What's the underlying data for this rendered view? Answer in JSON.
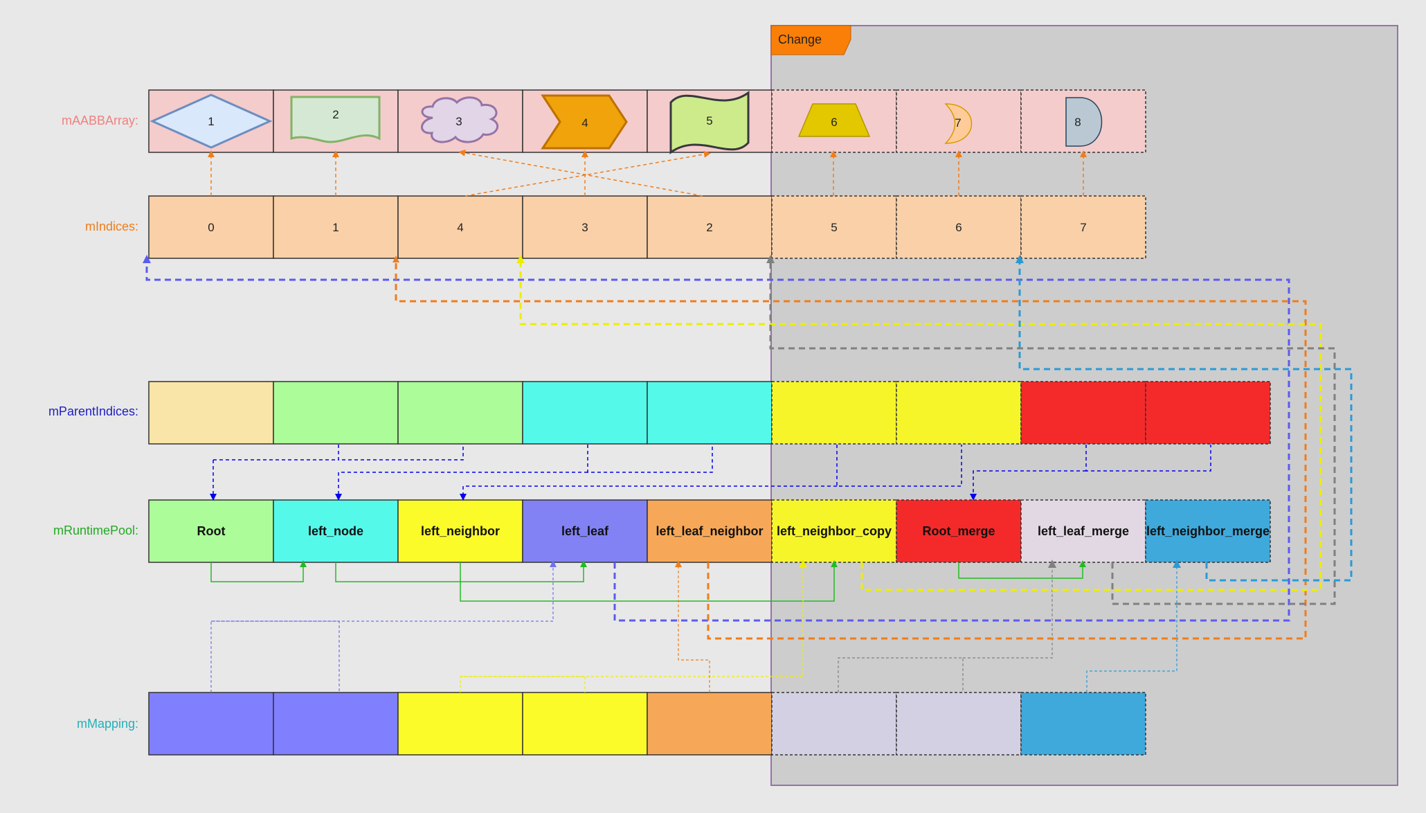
{
  "change_label": "Change",
  "rows": {
    "aabb": {
      "label": "mAABBArray:",
      "color": "#f08080"
    },
    "indices": {
      "label": "mIndices:",
      "color": "#ef7d1c"
    },
    "parent": {
      "label": "mParentIndices:",
      "color": "#2020c0"
    },
    "pool": {
      "label": "mRuntimePool:",
      "color": "#22aa22"
    },
    "mapping": {
      "label": "mMapping:",
      "color": "#20b2b8"
    }
  },
  "aabb_cells": [
    {
      "label": "1",
      "shape": "diamond-icon",
      "fill": "#dae8fc",
      "stroke": "#6c8ebf"
    },
    {
      "label": "2",
      "shape": "document-icon",
      "fill": "#d5e8d4",
      "stroke": "#82b366"
    },
    {
      "label": "3",
      "shape": "cloud-icon",
      "fill": "#e1d5e7",
      "stroke": "#9673a6"
    },
    {
      "label": "4",
      "shape": "chevron-icon",
      "fill": "#f0a30a",
      "stroke": "#bd7000"
    },
    {
      "label": "5",
      "shape": "tape-icon",
      "fill": "#cdeb8b",
      "stroke": "#36393d"
    },
    {
      "label": "6",
      "shape": "trapezoid-icon",
      "fill": "#e3c800",
      "stroke": "#b09500"
    },
    {
      "label": "7",
      "shape": "or-gate-icon",
      "fill": "#ffcc99",
      "stroke": "#d79b00"
    },
    {
      "label": "8",
      "shape": "delay-icon",
      "fill": "#bac8d3",
      "stroke": "#23445d"
    }
  ],
  "indices_cells": [
    "0",
    "1",
    "4",
    "3",
    "2",
    "5",
    "6",
    "7"
  ],
  "parent_colors": [
    "#f9e5a8",
    "#adfc9a",
    "#adfc9a",
    "#55f9ea",
    "#55f9ea",
    "#f5f52a",
    "#f5f52a",
    "#f42a2a",
    "#f42a2a"
  ],
  "pool_cells": [
    {
      "label": "Root",
      "fill": "#adfc9a"
    },
    {
      "label": "left_node",
      "fill": "#55f9ea"
    },
    {
      "label": "left_neighbor",
      "fill": "#fbfb2a"
    },
    {
      "label": "left_leaf",
      "fill": "#8282f4"
    },
    {
      "label": "left_leaf_neighbor",
      "fill": "#f6a858"
    },
    {
      "label": "left_neighbor_copy",
      "fill": "#f5f52a"
    },
    {
      "label": "Root_merge",
      "fill": "#f42a2a"
    },
    {
      "label": "left_leaf_merge",
      "fill": "#e2d8e4"
    },
    {
      "label": "left_neighbor_merge",
      "fill": "#3fa9dc"
    }
  ],
  "mapping_colors": [
    "#8080ff",
    "#8080ff",
    "#fbfb2a",
    "#fbfb2a",
    "#f6a858",
    "#d3d0e4",
    "#d3d0e4",
    "#3fa9dc"
  ]
}
